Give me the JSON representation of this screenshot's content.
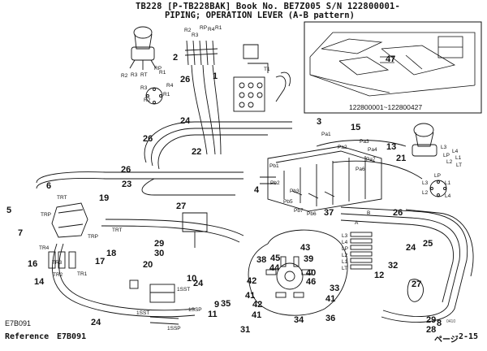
{
  "header": {
    "line1": "TB228 [P-TB228BAK] Book No. BE7Z005 S/N 122800001-",
    "line2": "PIPING; OPERATION LEVER (A-B pattern)"
  },
  "inset": {
    "serial_range": "122800001~122800427",
    "callout": "47"
  },
  "figure_code": "E7B091",
  "stamp": "0410",
  "footer": {
    "reference_label": "Reference",
    "reference_code": "E7B091",
    "page_label": "ページ",
    "page_number": "2-15"
  },
  "callouts": [
    {
      "id": "c1",
      "text": "1"
    },
    {
      "id": "c2",
      "text": "2"
    },
    {
      "id": "c3",
      "text": "3"
    },
    {
      "id": "c4",
      "text": "4"
    },
    {
      "id": "c5",
      "text": "5"
    },
    {
      "id": "c6",
      "text": "6"
    },
    {
      "id": "c7",
      "text": "7"
    },
    {
      "id": "c8",
      "text": "8"
    },
    {
      "id": "c9",
      "text": "9"
    },
    {
      "id": "c10",
      "text": "10"
    },
    {
      "id": "c11",
      "text": "11"
    },
    {
      "id": "c12",
      "text": "12"
    },
    {
      "id": "c13",
      "text": "13"
    },
    {
      "id": "c14",
      "text": "14"
    },
    {
      "id": "c15",
      "text": "15"
    },
    {
      "id": "c16",
      "text": "16"
    },
    {
      "id": "c17",
      "text": "17"
    },
    {
      "id": "c18",
      "text": "18"
    },
    {
      "id": "c19",
      "text": "19"
    },
    {
      "id": "c20",
      "text": "20"
    },
    {
      "id": "c21",
      "text": "21"
    },
    {
      "id": "c22",
      "text": "22"
    },
    {
      "id": "c23",
      "text": "23"
    },
    {
      "id": "c24a",
      "text": "24"
    },
    {
      "id": "c24b",
      "text": "24"
    },
    {
      "id": "c24c",
      "text": "24"
    },
    {
      "id": "c24d",
      "text": "24"
    },
    {
      "id": "c25",
      "text": "25"
    },
    {
      "id": "c26a",
      "text": "26"
    },
    {
      "id": "c26b",
      "text": "26"
    },
    {
      "id": "c26c",
      "text": "26"
    },
    {
      "id": "c26d",
      "text": "26"
    },
    {
      "id": "c27a",
      "text": "27"
    },
    {
      "id": "c27b",
      "text": "27"
    },
    {
      "id": "c28",
      "text": "28"
    },
    {
      "id": "c29a",
      "text": "29"
    },
    {
      "id": "c29b",
      "text": "29"
    },
    {
      "id": "c30",
      "text": "30"
    },
    {
      "id": "c31",
      "text": "31"
    },
    {
      "id": "c32",
      "text": "32"
    },
    {
      "id": "c33",
      "text": "33"
    },
    {
      "id": "c34",
      "text": "34"
    },
    {
      "id": "c35",
      "text": "35"
    },
    {
      "id": "c36",
      "text": "36"
    },
    {
      "id": "c37",
      "text": "37"
    },
    {
      "id": "c38",
      "text": "38"
    },
    {
      "id": "c39",
      "text": "39"
    },
    {
      "id": "c40",
      "text": "40"
    },
    {
      "id": "c41a",
      "text": "41"
    },
    {
      "id": "c41b",
      "text": "41"
    },
    {
      "id": "c41c",
      "text": "41"
    },
    {
      "id": "c42a",
      "text": "42"
    },
    {
      "id": "c42b",
      "text": "42"
    },
    {
      "id": "c43",
      "text": "43"
    },
    {
      "id": "c44",
      "text": "44"
    },
    {
      "id": "c45",
      "text": "45"
    },
    {
      "id": "c46",
      "text": "46"
    }
  ],
  "port_labels": [
    {
      "id": "p_r2a",
      "text": "R2"
    },
    {
      "id": "p_r3a",
      "text": "R3"
    },
    {
      "id": "p_rpa",
      "text": "RP"
    },
    {
      "id": "p_r4a",
      "text": "R4"
    },
    {
      "id": "p_r1a",
      "text": "R1"
    },
    {
      "id": "p_r2b",
      "text": "R2"
    },
    {
      "id": "p_r3b",
      "text": "R3"
    },
    {
      "id": "p_rtb",
      "text": "RT"
    },
    {
      "id": "p_rpb",
      "text": "RP"
    },
    {
      "id": "p_r1b",
      "text": "R1"
    },
    {
      "id": "p_r4c",
      "text": "R4"
    },
    {
      "id": "p_r3c",
      "text": "R3"
    },
    {
      "id": "p_r1c",
      "text": "R1"
    },
    {
      "id": "p_r2c",
      "text": "R2"
    },
    {
      "id": "p_t1",
      "text": "T1"
    },
    {
      "id": "p_pa1",
      "text": "Pa1"
    },
    {
      "id": "p_pa2",
      "text": "Pa2"
    },
    {
      "id": "p_pa3",
      "text": "Pa3"
    },
    {
      "id": "p_pa4",
      "text": "Pa4"
    },
    {
      "id": "p_pa7",
      "text": "Pa7"
    },
    {
      "id": "p_pa6",
      "text": "Pa6"
    },
    {
      "id": "p_pb1",
      "text": "Pb1"
    },
    {
      "id": "p_pb2",
      "text": "Pb2"
    },
    {
      "id": "p_pb3",
      "text": "Pb3"
    },
    {
      "id": "p_pb5",
      "text": "Pb5"
    },
    {
      "id": "p_pb7",
      "text": "Pb7"
    },
    {
      "id": "p_pb6",
      "text": "Pb6"
    },
    {
      "id": "p_l3",
      "text": "L3"
    },
    {
      "id": "p_l4",
      "text": "L4"
    },
    {
      "id": "p_lp",
      "text": "LP"
    },
    {
      "id": "p_l1",
      "text": "L1"
    },
    {
      "id": "p_l2",
      "text": "L2"
    },
    {
      "id": "p_lt",
      "text": "LT"
    },
    {
      "id": "p_l3b",
      "text": "L3"
    },
    {
      "id": "p_lpb",
      "text": "LP"
    },
    {
      "id": "p_l2b",
      "text": "L2"
    },
    {
      "id": "p_l1b",
      "text": "L1"
    },
    {
      "id": "p_l4b",
      "text": "L4"
    },
    {
      "id": "p_l3c",
      "text": "L3"
    },
    {
      "id": "p_l4c",
      "text": "L4"
    },
    {
      "id": "p_lpc",
      "text": "LP"
    },
    {
      "id": "p_l2c",
      "text": "L2"
    },
    {
      "id": "p_l1c",
      "text": "L1"
    },
    {
      "id": "p_ltc",
      "text": "LT"
    },
    {
      "id": "p_a",
      "text": "A"
    },
    {
      "id": "p_b",
      "text": "B"
    },
    {
      "id": "p_trt",
      "text": "TRT"
    },
    {
      "id": "p_trp",
      "text": "TRP"
    },
    {
      "id": "p_trt2",
      "text": "TRT"
    },
    {
      "id": "p_trp2",
      "text": "TRP"
    },
    {
      "id": "p_tr4",
      "text": "TR4"
    },
    {
      "id": "p_tr2",
      "text": "TR2"
    },
    {
      "id": "p_tr1",
      "text": "TR1"
    },
    {
      "id": "p_tr3",
      "text": "TR3"
    },
    {
      "id": "p_1sst",
      "text": "1SST"
    },
    {
      "id": "p_1ssp",
      "text": "1SSP"
    },
    {
      "id": "p_1sst2",
      "text": "1SST"
    },
    {
      "id": "p_1ssp2",
      "text": "1SSP"
    }
  ]
}
